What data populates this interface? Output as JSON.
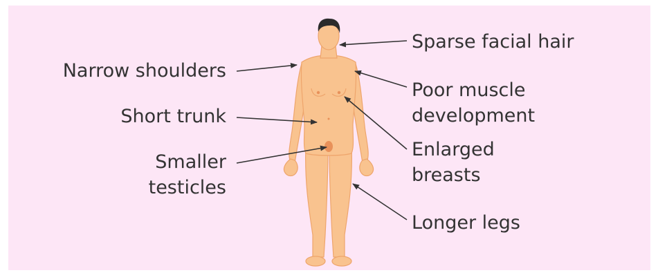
{
  "colors": {
    "background": "#fde6f6",
    "skin": "#f9c38f",
    "skin_shadow": "#eea56c",
    "hair": "#2b2b2b",
    "arrow": "#333333"
  },
  "labels": {
    "sparse_facial_hair": "Sparse facial hair",
    "narrow_shoulders": "Narrow shoulders",
    "poor_muscle_line1": "Poor muscle",
    "poor_muscle_line2": "development",
    "short_trunk": "Short trunk",
    "enlarged_breasts_line1": "Enlarged",
    "enlarged_breasts_line2": "breasts",
    "smaller_testicles_line1": "Smaller",
    "smaller_testicles_line2": "testicles",
    "longer_legs": "Longer legs"
  }
}
